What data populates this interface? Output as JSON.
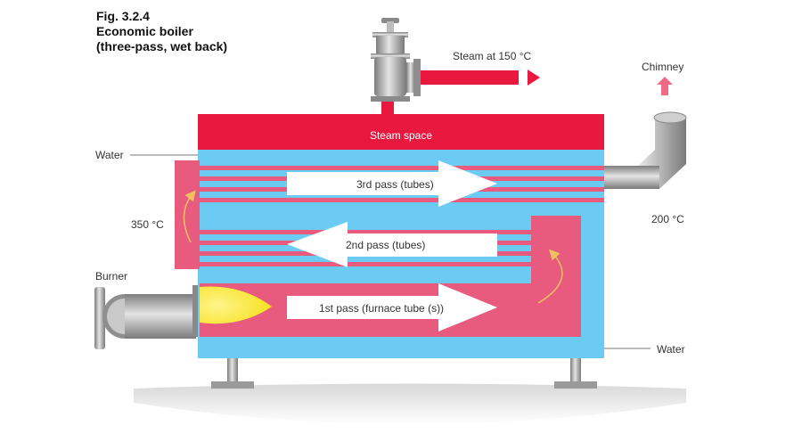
{
  "figure": {
    "number": "Fig. 3.2.4",
    "title_line1": "Economic boiler",
    "title_line2": "(three-pass, wet back)"
  },
  "labels": {
    "steam_outlet": "Steam at 150 °C",
    "chimney": "Chimney",
    "steam_space": "Steam space",
    "water_top": "Water",
    "water_bottom": "Water",
    "temp_back": "350 °C",
    "temp_flue": "200 °C",
    "burner": "Burner",
    "pass_3": "3rd pass (tubes)",
    "pass_2": "2nd pass (tubes)",
    "pass_1": "1st pass (furnace tube (s))"
  },
  "colors": {
    "steam": "#e8183e",
    "water": "#6ccbf3",
    "hot_gas": "#e85a7e",
    "flame": "#f7e51a",
    "arrow_white": "#ffffff",
    "chimney_arrow": "#ee6a86",
    "metal": "#a8a8a8",
    "ground": "#cfcfcf"
  }
}
